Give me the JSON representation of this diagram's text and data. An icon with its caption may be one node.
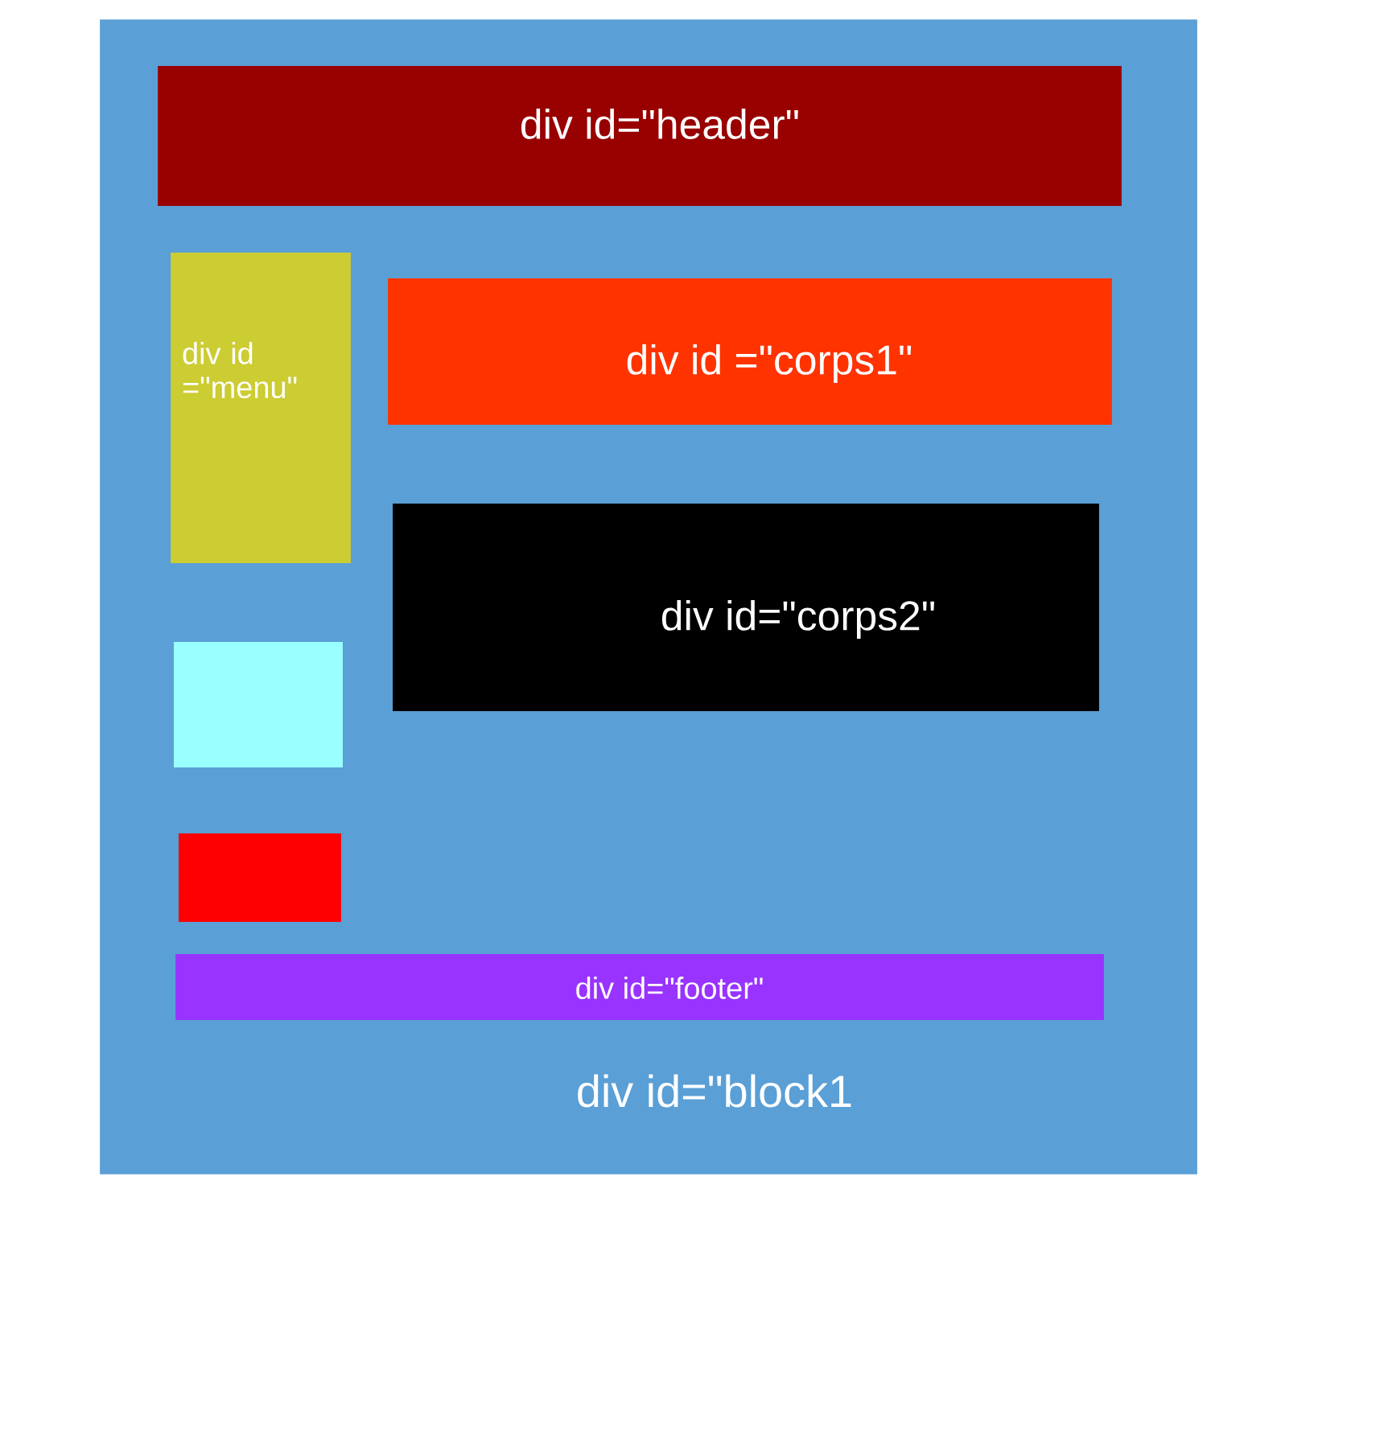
{
  "diagram": {
    "nodes": [
      {
        "text": [
          "div id=\"block1"
        ]
      },
      {
        "text": [
          "div id=\"header\""
        ],
        "in": 0
      },
      {
        "text": [
          "div id =\"menu\""
        ],
        "in": 0
      },
      {
        "text": [
          "div id =\"corps1\""
        ],
        "in": 0
      },
      {
        "text": [
          "div id=\"corps2\""
        ],
        "in": 0
      },
      {
        "text": [],
        "shape": "box",
        "in": 0
      },
      {
        "text": [],
        "shape": "box",
        "in": 0
      },
      {
        "text": [
          "div id=\"footer\""
        ],
        "in": 0
      }
    ]
  }
}
